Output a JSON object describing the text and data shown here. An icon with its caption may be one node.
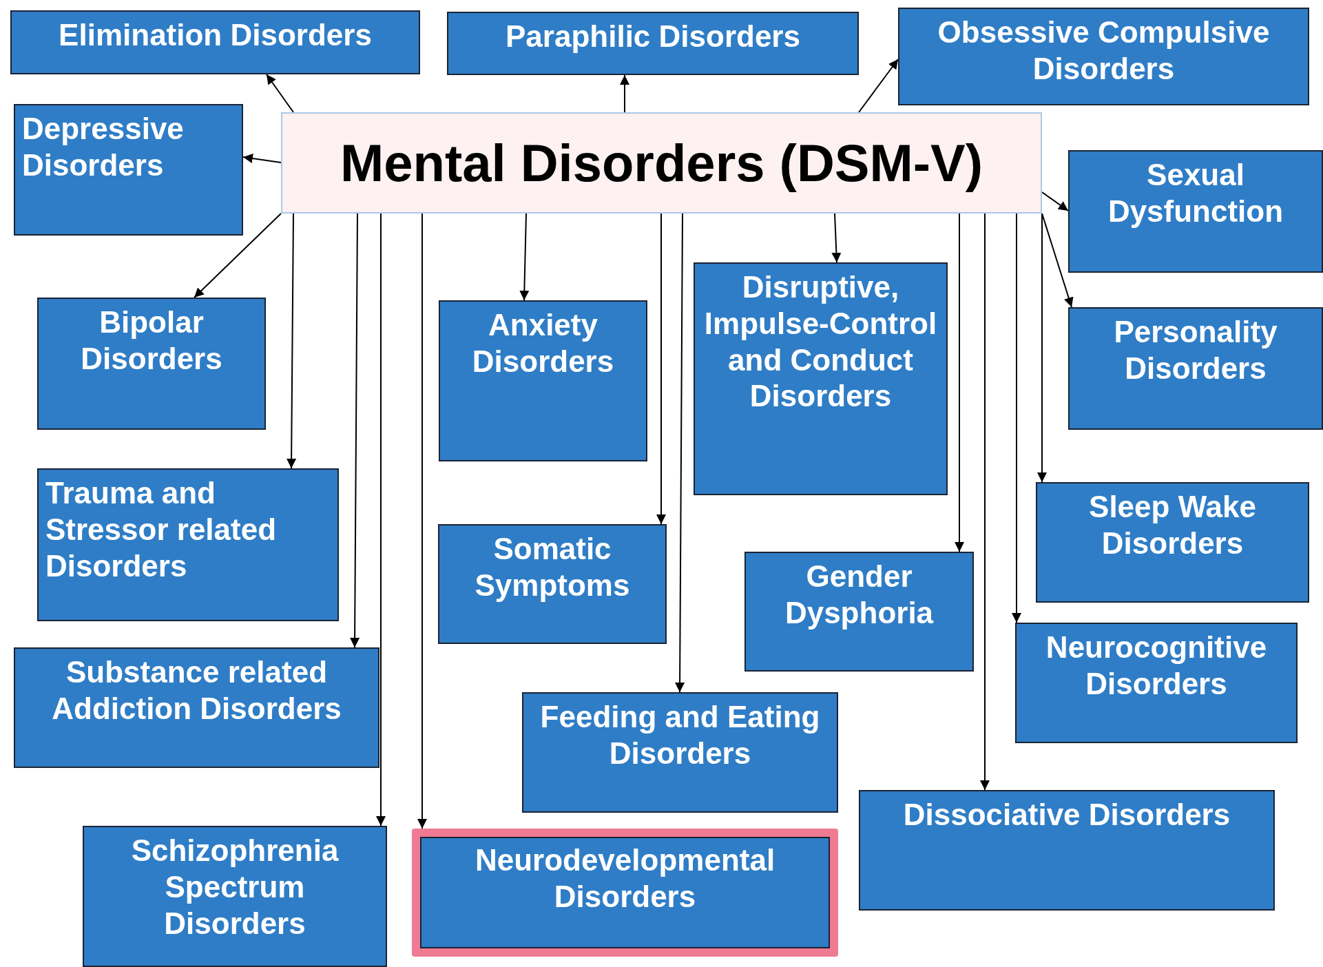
{
  "diagram": {
    "nodes": [
      {
        "text": [
          "Mental Disorders (DSM-V)"
        ]
      },
      {
        "text": [
          "Elimination Disorders"
        ]
      },
      {
        "text": [
          "Paraphilic Disorders"
        ]
      },
      {
        "text": [
          "Obsessive Compulsive Disorders"
        ]
      },
      {
        "text": [
          "Depressive Disorders"
        ]
      },
      {
        "text": [
          "Sexual Dysfunction"
        ]
      },
      {
        "text": [
          "Bipolar Disorders"
        ]
      },
      {
        "text": [
          "Anxiety Disorders"
        ]
      },
      {
        "text": [
          "Disruptive, Impulse-Control and Conduct Disorders"
        ]
      },
      {
        "text": [
          "Personality Disorders"
        ]
      },
      {
        "text": [
          "Trauma and Stressor related Disorders"
        ]
      },
      {
        "text": [
          "Sleep Wake Disorders"
        ]
      },
      {
        "text": [
          "Somatic Symptoms"
        ]
      },
      {
        "text": [
          "Gender Dysphoria"
        ]
      },
      {
        "text": [
          "Substance related Addiction Disorders"
        ]
      },
      {
        "text": [
          "Neurocognitive Disorders"
        ]
      },
      {
        "text": [
          "Feeding and Eating Disorders"
        ]
      },
      {
        "text": [
          "Dissociative Disorders"
        ]
      },
      {
        "text": [
          "Schizophrenia Spectrum Disorders"
        ]
      },
      {
        "text": [
          "Neurodevelopmental Disorders"
        ]
      }
    ],
    "edges": [
      {
        "from": 0,
        "to": 1,
        "arrow": "to"
      },
      {
        "from": 0,
        "to": 2,
        "arrow": "to"
      },
      {
        "from": 0,
        "to": 3,
        "arrow": "to"
      },
      {
        "from": 0,
        "to": 4,
        "arrow": "to"
      },
      {
        "from": 0,
        "to": 5,
        "arrow": "to"
      },
      {
        "from": 0,
        "to": 6,
        "arrow": "to"
      },
      {
        "from": 0,
        "to": 7,
        "arrow": "to"
      },
      {
        "from": 0,
        "to": 8,
        "arrow": "to"
      },
      {
        "from": 0,
        "to": 9,
        "arrow": "to"
      },
      {
        "from": 0,
        "to": 10,
        "arrow": "to"
      },
      {
        "from": 0,
        "to": 11,
        "arrow": "to"
      },
      {
        "from": 0,
        "to": 12,
        "arrow": "to"
      },
      {
        "from": 0,
        "to": 13,
        "arrow": "to"
      },
      {
        "from": 0,
        "to": 14,
        "arrow": "to"
      },
      {
        "from": 0,
        "to": 15,
        "arrow": "to"
      },
      {
        "from": 0,
        "to": 16,
        "arrow": "to"
      },
      {
        "from": 0,
        "to": 17,
        "arrow": "to"
      },
      {
        "from": 0,
        "to": 18,
        "arrow": "to"
      },
      {
        "from": 0,
        "to": 19,
        "arrow": "to"
      }
    ]
  }
}
